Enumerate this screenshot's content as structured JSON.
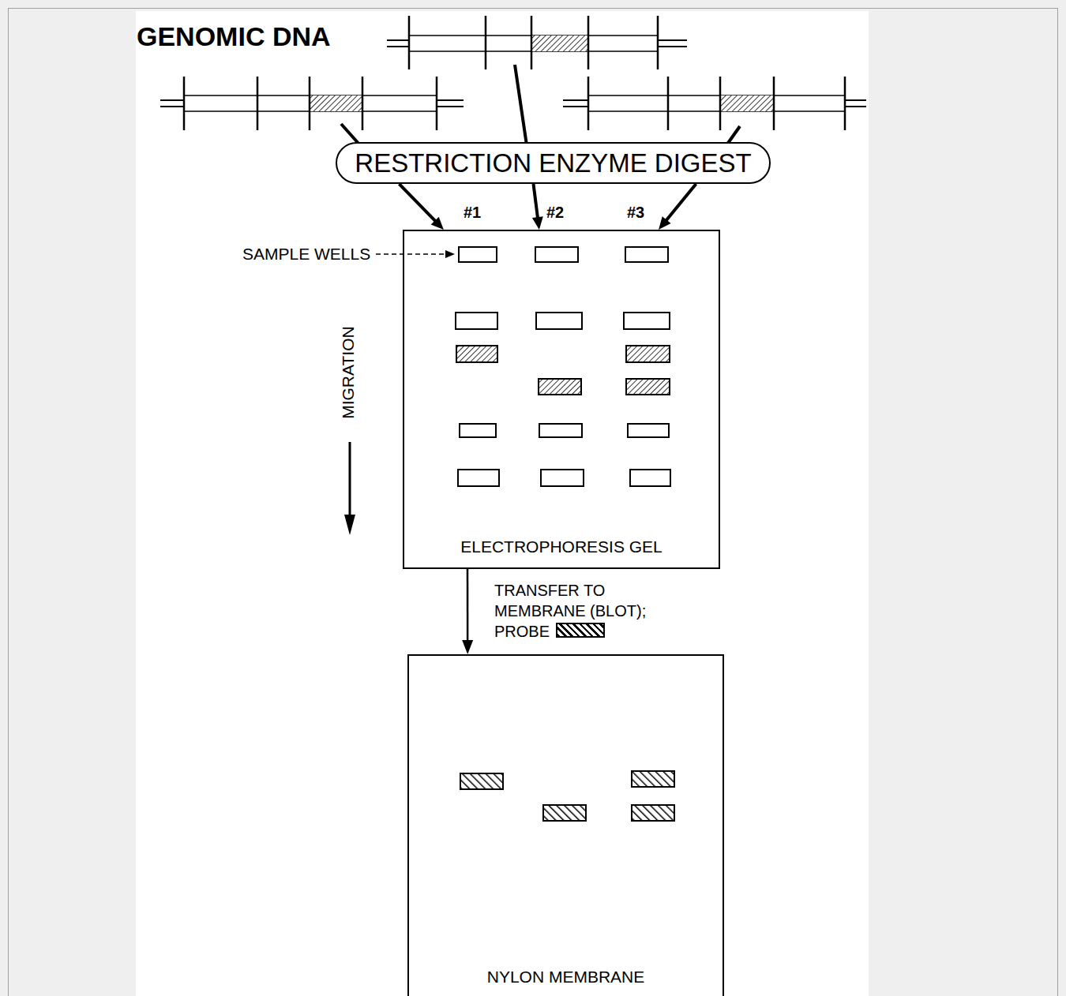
{
  "diagram": {
    "nodes": [
      {
        "text": [
          "RESTRICTION ENZYME DIGEST"
        ]
      },
      {
        "text": [
          "ELECTROPHORESIS GEL"
        ]
      },
      {
        "text": [
          "NYLON MEMBRANE"
        ]
      }
    ],
    "edges": [
      {
        "from": 0,
        "to": 1,
        "arrow": "to"
      },
      {
        "from": 0,
        "to": 1,
        "arrow": "to"
      },
      {
        "from": 0,
        "to": 1,
        "arrow": "to"
      },
      {
        "from": 1,
        "to": 2,
        "arrow": "to"
      }
    ],
    "labels": [
      "GENOMIC DNA",
      "#1",
      "#2",
      "#3",
      "SAMPLE WELLS",
      "MIGRATION",
      "TRANSFER TO MEMBRANE (BLOT); PROBE"
    ]
  }
}
